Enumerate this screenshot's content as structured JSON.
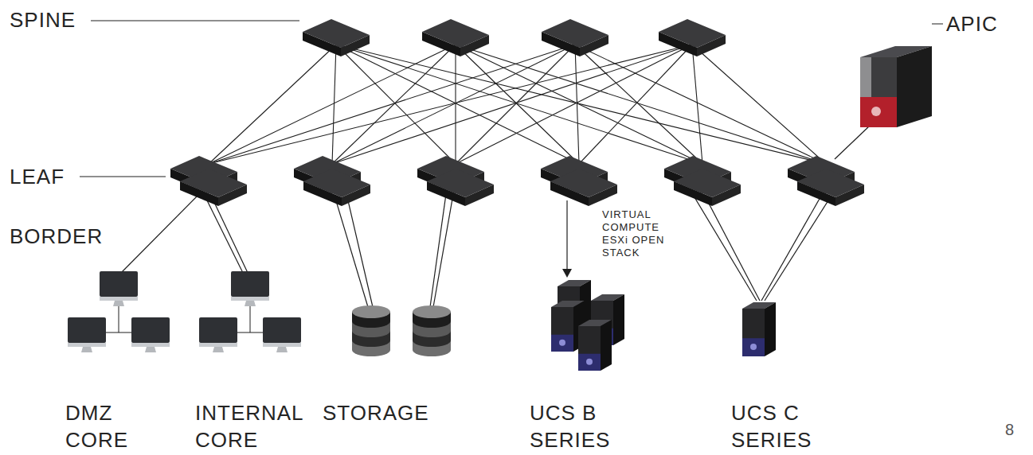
{
  "diagram": {
    "labels": [
      "SPINE",
      "APIC",
      "LEAF",
      "BORDER",
      "VIRTUAL COMPUTE ESXi OPEN STACK",
      "DMZ CORE",
      "INTERNAL CORE",
      "STORAGE",
      "UCS B SERIES",
      "UCS C SERIES",
      "8"
    ]
  }
}
